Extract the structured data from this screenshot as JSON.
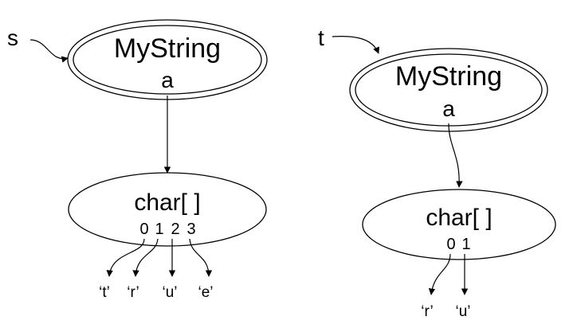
{
  "left": {
    "var": "s",
    "object": {
      "class": "MyString",
      "field": "a"
    },
    "array": {
      "type": "char[ ]",
      "indices": [
        "0",
        "1",
        "2",
        "3"
      ],
      "values": [
        "‘t’",
        "‘r’",
        "‘u’",
        "‘e’"
      ]
    }
  },
  "right": {
    "var": "t",
    "object": {
      "class": "MyString",
      "field": "a"
    },
    "array": {
      "type": "char[ ]",
      "indices": [
        "0",
        "1"
      ],
      "values": [
        "‘r’",
        "‘u’"
      ]
    }
  }
}
